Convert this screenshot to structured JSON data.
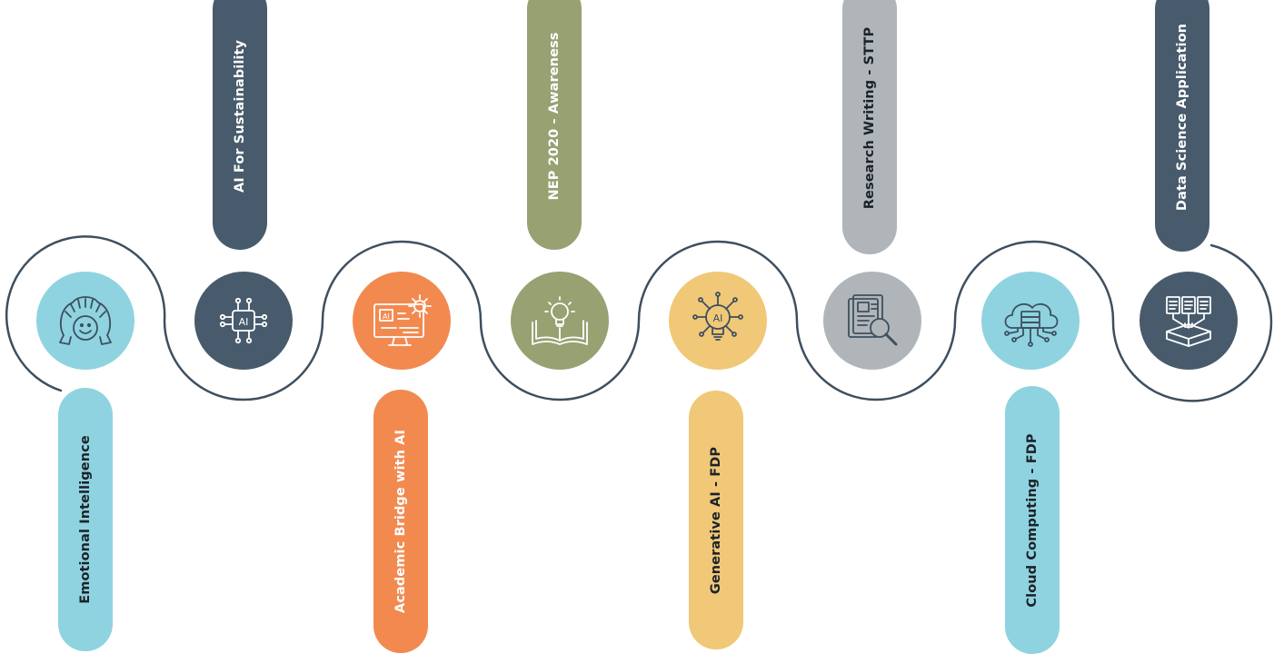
{
  "colors": {
    "track": "#3e4f5f",
    "sky": "#8fd3e0",
    "slate": "#475b6c",
    "orange": "#f28a50",
    "olive": "#97a172",
    "gold": "#f0c877",
    "grey": "#b0b5b9"
  },
  "steps": [
    {
      "label": "Emotional Intelligence",
      "icon": "brain-emotion-icon",
      "color": "sky"
    },
    {
      "label": "AI For Sustainability",
      "icon": "ai-chip-icon",
      "color": "slate"
    },
    {
      "label": "Academic Bridge with AI",
      "icon": "ai-monitor-gear-icon",
      "color": "orange"
    },
    {
      "label": "NEP 2020 - Awareness",
      "icon": "open-book-lightbulb-icon",
      "color": "olive"
    },
    {
      "label": "Generative AI - FDP",
      "icon": "ai-lightbulb-icon",
      "color": "gold"
    },
    {
      "label": "Research Writing - STTP",
      "icon": "document-magnifier-icon",
      "color": "grey"
    },
    {
      "label": "Cloud Computing - FDP",
      "icon": "cloud-server-icon",
      "color": "sky"
    },
    {
      "label": "Data Science Application",
      "icon": "documents-to-box-icon",
      "color": "slate"
    }
  ]
}
